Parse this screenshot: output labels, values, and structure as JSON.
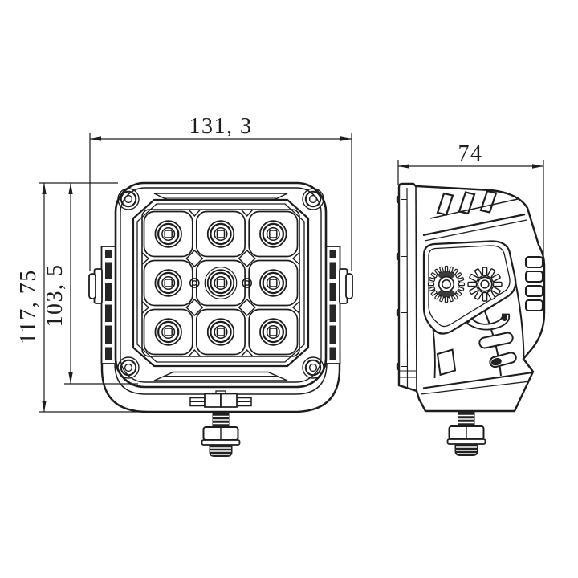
{
  "dimensions": {
    "front_width": "131, 3",
    "front_height_overall": "117, 75",
    "front_height_body": "103, 5",
    "side_depth": "74"
  },
  "colors": {
    "line": "#1d1d1d",
    "background": "#ffffff"
  },
  "views": {
    "front": {
      "led_grid": "3 x 3"
    },
    "side": {
      "louver_count": 4,
      "vent_count": 3
    }
  }
}
